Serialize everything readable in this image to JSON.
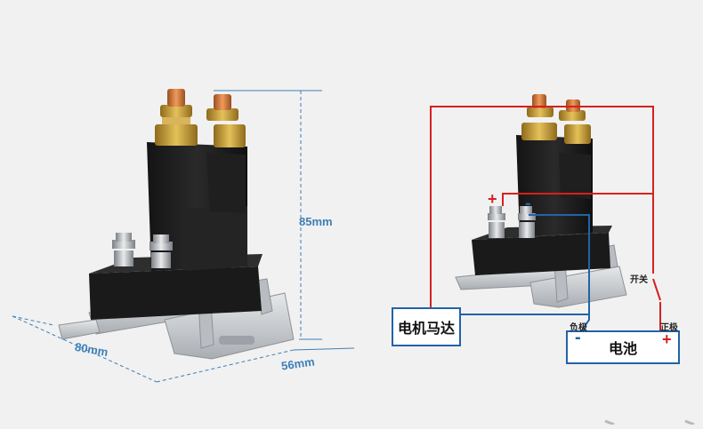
{
  "dimensions": {
    "height": "85mm",
    "width": "80mm",
    "depth": "56mm"
  },
  "wiring": {
    "motor_label": "电机马达",
    "battery_label": "电池",
    "negative_pole_label": "负极",
    "positive_pole_label": "正极",
    "switch_label": "开关",
    "plus_sign": "+",
    "minus_sign": "-"
  },
  "colors": {
    "background": "#f1f1f1",
    "dimension_line": "#3d7fb7",
    "positive_wire": "#d62020",
    "negative_wire": "#2163a8",
    "relay_body": "#1c1c1c",
    "brass_terminal": "#c9a23f",
    "copper_terminal": "#d07a3c",
    "bracket": "#c9ccd0"
  }
}
